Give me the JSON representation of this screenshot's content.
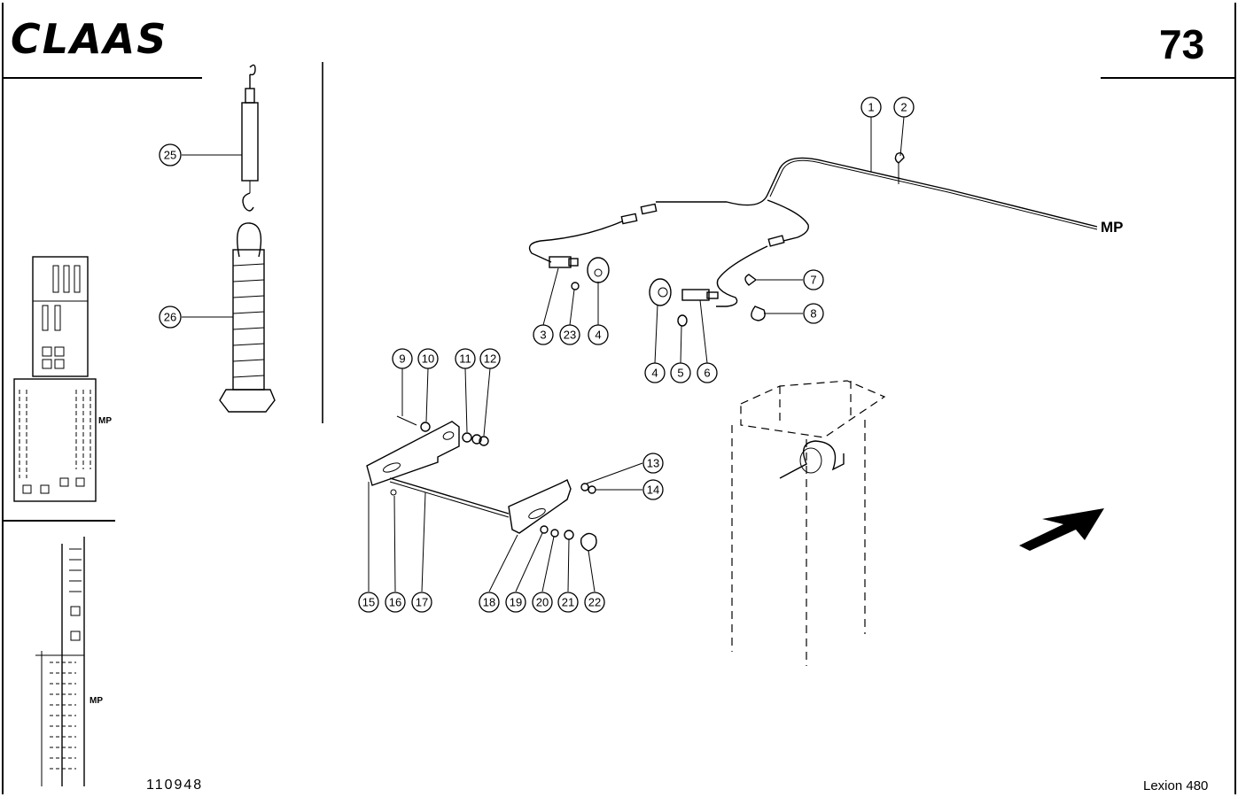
{
  "header": {
    "brand": "CLAAS",
    "page_number": "73"
  },
  "footer": {
    "drawing_number": "110948",
    "model": "Lexion 480"
  },
  "labels": {
    "mp_main": "MP",
    "mp_thumb_top": "MP",
    "mp_thumb_bottom": "MP"
  },
  "callouts": {
    "c1": "1",
    "c2": "2",
    "c3": "3",
    "c4a": "4",
    "c4b": "4",
    "c5": "5",
    "c6": "6",
    "c7": "7",
    "c8": "8",
    "c9": "9",
    "c10": "10",
    "c11": "11",
    "c12": "12",
    "c13": "13",
    "c14": "14",
    "c15": "15",
    "c16": "16",
    "c17": "17",
    "c18": "18",
    "c19": "19",
    "c20": "20",
    "c21": "21",
    "c22": "22",
    "c23": "23",
    "c25": "25",
    "c26": "26"
  }
}
